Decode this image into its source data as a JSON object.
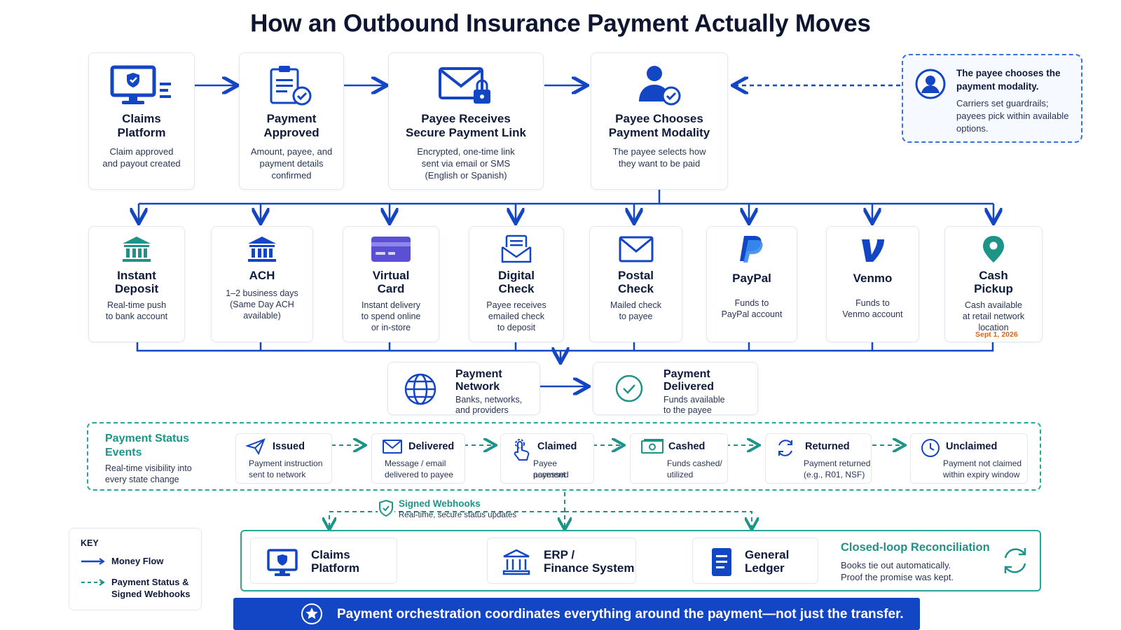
{
  "title": "How an Outbound Insurance Payment Actually Moves",
  "top_steps": [
    {
      "title_l1": "Claims",
      "title_l2": "Platform",
      "desc": [
        "Claim approved",
        "and payout created"
      ]
    },
    {
      "title_l1": "Payment",
      "title_l2": "Approved",
      "desc": [
        "Amount, payee, and",
        "payment details",
        "confirmed"
      ]
    },
    {
      "title_l1": "Payee Receives",
      "title_l2": "Secure Payment Link",
      "desc": [
        "Encrypted, one-time link",
        "sent via email or SMS",
        "(English or Spanish)"
      ]
    },
    {
      "title_l1": "Payee Chooses",
      "title_l2": "Payment Modality",
      "desc": [
        "The payee selects how",
        "they want to be paid"
      ]
    }
  ],
  "note": {
    "bold": "The payee chooses the payment modality.",
    "desc": "Carriers set guardrails; payees pick within available options."
  },
  "modalities": [
    {
      "title_l1": "Instant",
      "title_l2": "Deposit",
      "desc": [
        "Real-time push",
        "to bank account"
      ]
    },
    {
      "title_l1": "ACH",
      "title_l2": "",
      "desc": [
        "1–2 business days",
        "(Same Day ACH",
        "available)"
      ]
    },
    {
      "title_l1": "Virtual",
      "title_l2": "Card",
      "desc": [
        "Instant delivery",
        "to spend online",
        "or in-store"
      ]
    },
    {
      "title_l1": "Digital",
      "title_l2": "Check",
      "desc": [
        "Payee receives",
        "emailed check",
        "to deposit"
      ]
    },
    {
      "title_l1": "Postal",
      "title_l2": "Check",
      "desc": [
        "Mailed check",
        "to payee"
      ]
    },
    {
      "title_l1": "PayPal",
      "title_l2": "",
      "desc": [
        "Funds to",
        "PayPal account"
      ]
    },
    {
      "title_l1": "Venmo",
      "title_l2": "",
      "desc": [
        "Funds to",
        "Venmo account"
      ]
    },
    {
      "title_l1": "Cash",
      "title_l2": "Pickup",
      "desc": [
        "Cash available",
        "at retail network",
        "location"
      ]
    }
  ],
  "cash_date": "Sept 1, 2026",
  "network": {
    "title_l1": "Payment",
    "title_l2": "Network",
    "desc_l1": "Banks, networks,",
    "desc_l2": "and providers"
  },
  "delivered": {
    "title_l1": "Payment",
    "title_l2": "Delivered",
    "desc_l1": "Funds available",
    "desc_l2": "to the payee"
  },
  "events": {
    "title_l1": "Payment Status",
    "title_l2": "Events",
    "desc_l1": "Real-time visibility into",
    "desc_l2": "every state change",
    "items": [
      {
        "label": "Issued",
        "desc": [
          "Payment instruction",
          "sent to network"
        ]
      },
      {
        "label": "Delivered",
        "desc": [
          "Message / email",
          "delivered to payee"
        ]
      },
      {
        "label": "Claimed",
        "desc": [
          "Payee accessed",
          "payment"
        ]
      },
      {
        "label": "Cashed",
        "desc": [
          "Funds cashed/",
          "utilized"
        ]
      },
      {
        "label": "Returned",
        "desc": [
          "Payment returned",
          "(e.g., R01, NSF)"
        ]
      },
      {
        "label": "Unclaimed",
        "desc": [
          "Payment not claimed",
          "within expiry window"
        ]
      }
    ]
  },
  "webhooks": {
    "title": "Signed Webhooks",
    "desc": "Real-time, secure status updates"
  },
  "key": {
    "title": "KEY",
    "money": "Money Flow",
    "status_l1": "Payment Status &",
    "status_l2": "Signed Webhooks"
  },
  "reconciliation": {
    "systems": [
      {
        "l1": "Claims",
        "l2": "Platform"
      },
      {
        "l1": "ERP /",
        "l2": "Finance System"
      },
      {
        "l1": "General",
        "l2": "Ledger"
      }
    ],
    "title": "Closed-loop Reconciliation",
    "desc_l1": "Books tie out automatically.",
    "desc_l2": "Proof the promise was kept."
  },
  "banner": "Payment orchestration coordinates everything around the payment—not just the transfer.",
  "colors": {
    "blue": "#1346c4",
    "teal": "#1e9488",
    "orange": "#d9651b",
    "navy": "#0f1b3d"
  }
}
